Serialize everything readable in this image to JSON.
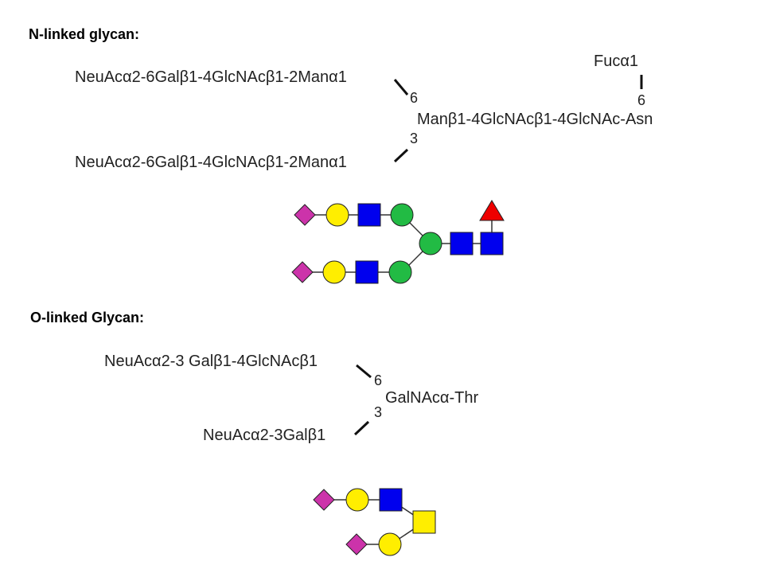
{
  "colors": {
    "neuac": "#cc33aa",
    "gal": "#ffee00",
    "galnac": "#ffee00",
    "glcnac": "#0000ee",
    "man": "#22bb44",
    "fuc": "#ee0000"
  },
  "n_linked": {
    "heading": "N-linked glycan:",
    "branch_top": "NeuAcα2-6Galβ1-4GlcNAcβ1-2Manα1",
    "branch_bottom": "NeuAcα2-6Galβ1-4GlcNAcβ1-2Manα1",
    "link_top": "6",
    "link_bottom": "3",
    "core": "Manβ1-4GlcNAcβ1-4GlcNAc-Asn",
    "fucose": "Fucα1",
    "fucose_link": "6"
  },
  "o_linked": {
    "heading": "O-linked Glycan:",
    "branch_top": "NeuAcα2-3 Galβ1-4GlcNAcβ1",
    "branch_bottom": "NeuAcα2-3Galβ1",
    "link_top": "6",
    "link_bottom": "3",
    "core": "GalNAcα-Thr"
  },
  "symbol_legend": {
    "diamond": "neuac-icon",
    "circle_yellow": "gal-icon",
    "square_blue": "glcnac-icon",
    "circle_green": "man-icon",
    "triangle": "fuc-icon",
    "square_yellow": "galnac-icon"
  }
}
